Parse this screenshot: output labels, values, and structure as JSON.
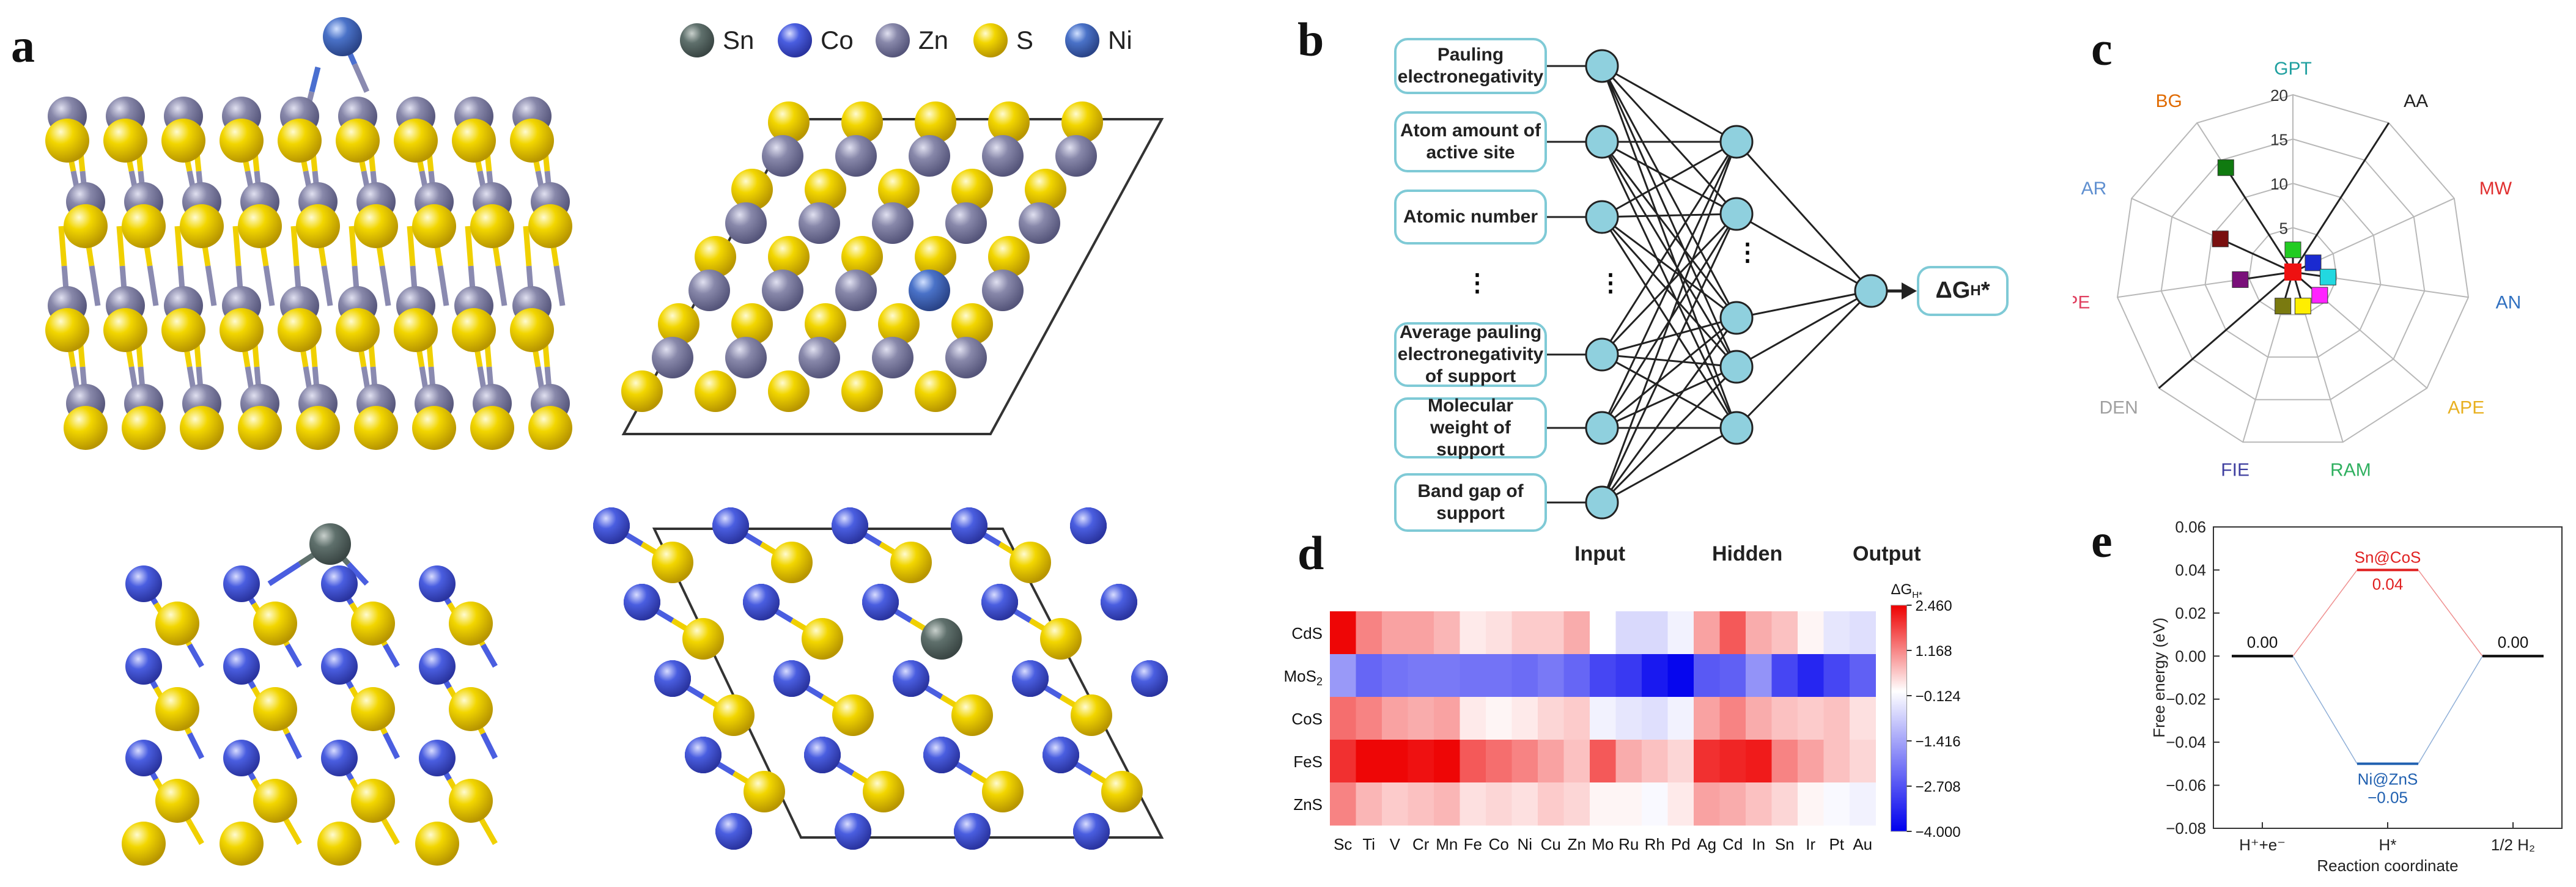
{
  "labels": {
    "a": "a",
    "b": "b",
    "c": "c",
    "d": "d",
    "e": "e"
  },
  "panel_a": {
    "legend": [
      {
        "symbol": "Sn",
        "color": "#5f706c"
      },
      {
        "symbol": "Co",
        "color": "#4a5ee0"
      },
      {
        "symbol": "Zn",
        "color": "#8585a8"
      },
      {
        "symbol": "S",
        "color": "#f0d000"
      },
      {
        "symbol": "Ni",
        "color": "#4a6fd0"
      }
    ]
  },
  "panel_b": {
    "inputs": [
      "Pauling electronegativity",
      "Atom amount of active site",
      "Atomic number",
      "Average pauling electronegativity of support",
      "Molecular weight of support",
      "Band gap of support"
    ],
    "ellipsis": "⋮",
    "output_prefix": "ΔG",
    "output_sub": "H",
    "output_suffix": "*",
    "layer_labels": [
      "Input",
      "Hidden",
      "Output"
    ],
    "colors": {
      "node_fill": "#8fd0de",
      "border": "#7fcad6"
    }
  },
  "panel_c": {
    "axes": [
      "GPT",
      "AA",
      "MW",
      "AN",
      "APE",
      "RAM",
      "FIE",
      "DEN",
      "PE",
      "AR",
      "BG"
    ],
    "axis_colors": [
      "#20a0a0",
      "#222222",
      "#e03030",
      "#3070c0",
      "#e8b020",
      "#30b060",
      "#4040a0",
      "#a0a0a0",
      "#e04060",
      "#6090d0",
      "#e06a00"
    ],
    "ticks": [
      "5",
      "10",
      "15",
      "20"
    ],
    "values": [
      2.5,
      0,
      2.5,
      4,
      4,
      4,
      4,
      0,
      6,
      9,
      14
    ],
    "marker_colors": [
      "#22cc22",
      "#222222",
      "#1a2ad0",
      "#22d8e0",
      "#ff22ff",
      "#ffee00",
      "#7a7a10",
      "#aaaaaa",
      "#7a107a",
      "#7a1010",
      "#107a10"
    ]
  },
  "panel_d": {
    "chart_data": {
      "type": "heatmap",
      "rows": [
        "CdS",
        "MoS2",
        "CoS",
        "FeS",
        "ZnS"
      ],
      "row_labels_main": [
        "CdS",
        "MoS",
        "CoS",
        "FeS",
        "ZnS"
      ],
      "row_labels_sub": [
        "",
        "2",
        "",
        "",
        ""
      ],
      "columns": [
        "Sc",
        "Ti",
        "V",
        "Cr",
        "Mn",
        "Fe",
        "Co",
        "Ni",
        "Cu",
        "Zn",
        "Mo",
        "Ru",
        "Rh",
        "Pd",
        "Ag",
        "Cd",
        "In",
        "Sn",
        "Ir",
        "Pt",
        "Au"
      ],
      "values": [
        [
          2.4,
          1.2,
          0.9,
          0.9,
          0.7,
          0.2,
          0.3,
          0.5,
          0.5,
          0.8,
          0.0,
          -0.6,
          -0.6,
          -0.2,
          0.9,
          1.6,
          0.8,
          0.6,
          0.1,
          -0.4,
          -0.5
        ],
        [
          -1.6,
          -2.4,
          -2.2,
          -2.1,
          -2.1,
          -2.2,
          -2.2,
          -2.3,
          -2.1,
          -2.4,
          -2.9,
          -3.1,
          -3.6,
          -3.9,
          -2.6,
          -2.5,
          -1.7,
          -2.9,
          -3.4,
          -2.9,
          -2.5
        ],
        [
          1.4,
          1.2,
          0.9,
          0.8,
          0.9,
          0.2,
          0.1,
          0.2,
          0.4,
          0.5,
          -0.2,
          -0.4,
          -0.5,
          -0.2,
          0.9,
          1.2,
          0.8,
          0.6,
          0.5,
          0.6,
          0.3
        ],
        [
          2.0,
          2.4,
          2.4,
          2.3,
          2.4,
          1.6,
          1.4,
          1.2,
          0.9,
          0.6,
          1.6,
          0.8,
          0.6,
          0.4,
          2.0,
          2.1,
          2.2,
          1.2,
          0.9,
          0.6,
          0.4
        ],
        [
          1.2,
          0.7,
          0.5,
          0.6,
          0.7,
          0.3,
          0.4,
          0.3,
          0.5,
          0.4,
          0.1,
          0.1,
          -0.1,
          0.2,
          0.9,
          0.8,
          0.6,
          0.4,
          0.1,
          -0.1,
          -0.2
        ]
      ],
      "colorbar_title_main": "ΔG",
      "colorbar_title_sub": "H*",
      "colorbar_ticks": [
        "2.460",
        "1.168",
        "−0.124",
        "−1.416",
        "−2.708",
        "−4.000"
      ],
      "zmin": -4.0,
      "zmax": 2.46,
      "colors": {
        "low": "#0000ee",
        "mid": "#ffffff",
        "high": "#ee0000"
      }
    }
  },
  "panel_e": {
    "chart_data": {
      "type": "line",
      "x_categories": [
        "H⁺+e⁻",
        "H*",
        "1/2 H₂"
      ],
      "ylabel": "Free energy (eV)",
      "xlabel": "Reaction coordinate",
      "ylim": [
        -0.08,
        0.06
      ],
      "yticks": [
        "0.06",
        "0.04",
        "0.02",
        "0.00",
        "−0.02",
        "−0.04",
        "−0.06",
        "−0.08"
      ],
      "series": [
        {
          "name": "Sn@CoS",
          "values": [
            0.0,
            0.04,
            0.0
          ],
          "label": "0.04",
          "color": "#e02020"
        },
        {
          "name": "Ni@ZnS",
          "values": [
            0.0,
            -0.05,
            0.0
          ],
          "label": "−0.05",
          "color": "#2060b0"
        }
      ],
      "end_labels": [
        "0.00",
        "0.00"
      ]
    }
  }
}
